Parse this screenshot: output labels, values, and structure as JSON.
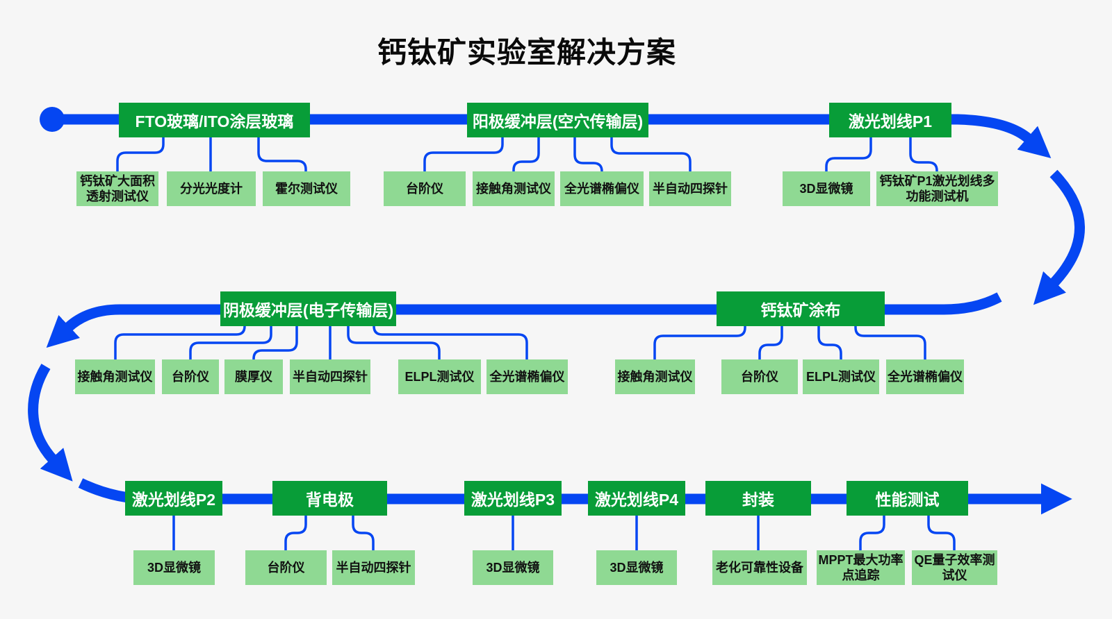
{
  "title": "钙钛矿实验室解决方案",
  "colors": {
    "flow_blue": "#0546f2",
    "stage_green": "#089d38",
    "instrument_green": "#8fd993",
    "background": "#f6f6f6"
  },
  "stages": [
    {
      "id": "fto-glass",
      "row": 1,
      "label": "FTO玻璃/ITO涂层玻璃",
      "items": [
        "钙钛矿大面积透射测试仪",
        "分光光度计",
        "霍尔测试仪"
      ]
    },
    {
      "id": "anode-buffer-layer",
      "row": 1,
      "label": "阳极缓冲层(空穴传输层)",
      "items": [
        "台阶仪",
        "接触角测试仪",
        "全光谱椭偏仪",
        "半自动四探针"
      ]
    },
    {
      "id": "laser-scribing-p1",
      "row": 1,
      "label": "激光划线P1",
      "items": [
        "3D显微镜",
        "钙钛矿P1激光划线多功能测试机"
      ]
    },
    {
      "id": "perovskite-coating",
      "row": 2,
      "label": "钙钛矿涂布",
      "items": [
        "接触角测试仪",
        "台阶仪",
        "ELPL测试仪",
        "全光谱椭偏仪"
      ]
    },
    {
      "id": "cathode-buffer-layer",
      "row": 2,
      "label": "阴极缓冲层(电子传输层)",
      "items": [
        "接触角测试仪",
        "台阶仪",
        "膜厚仪",
        "半自动四探针",
        "ELPL测试仪",
        "全光谱椭偏仪"
      ]
    },
    {
      "id": "laser-scribing-p2",
      "row": 3,
      "label": "激光划线P2",
      "items": [
        "3D显微镜"
      ]
    },
    {
      "id": "back-electrode",
      "row": 3,
      "label": "背电极",
      "items": [
        "台阶仪",
        "半自动四探针"
      ]
    },
    {
      "id": "laser-scribing-p3",
      "row": 3,
      "label": "激光划线P3",
      "items": [
        "3D显微镜"
      ]
    },
    {
      "id": "laser-scribing-p4",
      "row": 3,
      "label": "激光划线P4",
      "items": [
        "3D显微镜"
      ]
    },
    {
      "id": "encapsulation",
      "row": 3,
      "label": "封装",
      "items": [
        "老化可靠性设备"
      ]
    },
    {
      "id": "performance-test",
      "row": 3,
      "label": "性能测试",
      "items": [
        "MPPT最大功率点追踪",
        "QE量子效率测试仪"
      ]
    }
  ]
}
